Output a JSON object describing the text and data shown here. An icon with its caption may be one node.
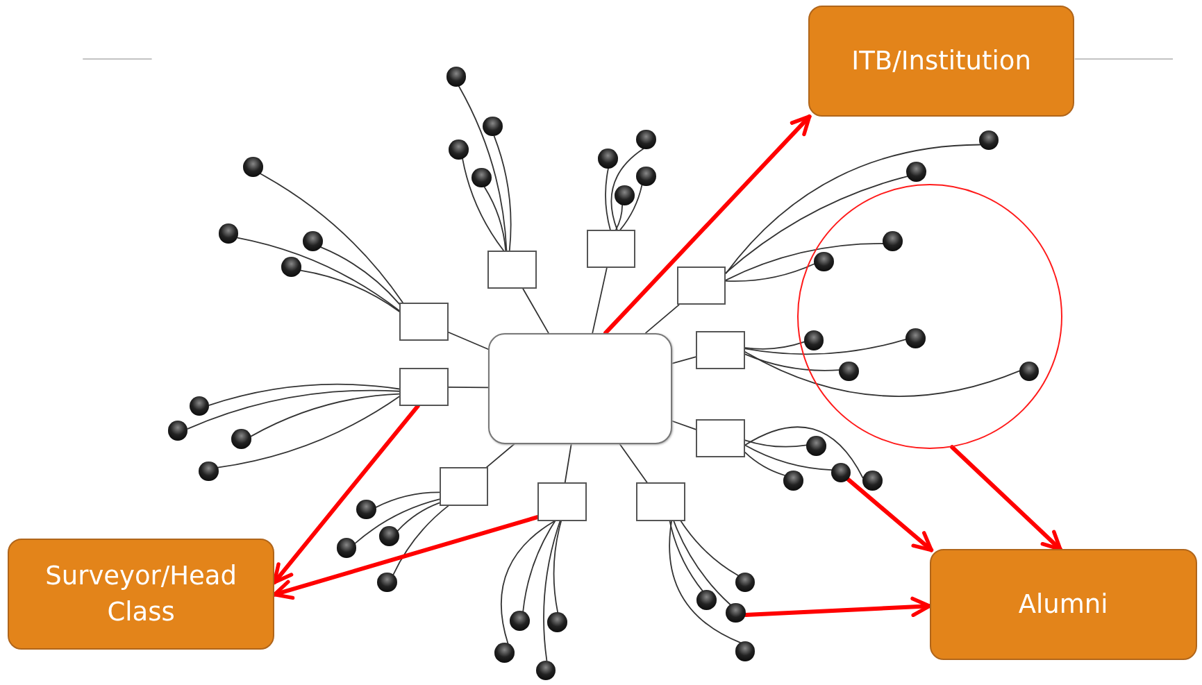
{
  "diagram": {
    "nodes": [
      {
        "text": [
          "ITB/Institution"
        ]
      },
      {
        "text": [
          "Surveyor/Head Class"
        ]
      },
      {
        "text": [
          "Alumni"
        ]
      },
      {
        "text": [],
        "shape": "box"
      },
      {
        "text": [],
        "shape": "circle"
      },
      {
        "text": [],
        "shape": "box"
      },
      {
        "text": [],
        "shape": "box"
      },
      {
        "text": [],
        "shape": "box"
      },
      {
        "text": [],
        "shape": "box"
      },
      {
        "text": [],
        "shape": "box"
      },
      {
        "text": [],
        "shape": "box"
      },
      {
        "text": [],
        "shape": "box"
      },
      {
        "text": [],
        "shape": "box"
      },
      {
        "text": [],
        "shape": "box"
      },
      {
        "text": [],
        "shape": "box"
      },
      {
        "text": [],
        "shape": "circle"
      },
      {
        "text": [],
        "shape": "circle"
      },
      {
        "text": [],
        "shape": "circle"
      },
      {
        "text": [],
        "shape": "circle"
      },
      {
        "text": [],
        "shape": "circle"
      },
      {
        "text": [],
        "shape": "circle"
      },
      {
        "text": [],
        "shape": "circle"
      },
      {
        "text": [],
        "shape": "circle"
      },
      {
        "text": [],
        "shape": "circle"
      },
      {
        "text": [],
        "shape": "circle"
      },
      {
        "text": [],
        "shape": "circle"
      },
      {
        "text": [],
        "shape": "circle"
      },
      {
        "text": [],
        "shape": "circle"
      },
      {
        "text": [],
        "shape": "circle"
      },
      {
        "text": [],
        "shape": "circle"
      },
      {
        "text": [],
        "shape": "circle"
      },
      {
        "text": [],
        "shape": "circle"
      },
      {
        "text": [],
        "shape": "circle"
      },
      {
        "text": [],
        "shape": "circle",
        "in": 4
      },
      {
        "text": [],
        "shape": "circle",
        "in": 4
      },
      {
        "text": [],
        "shape": "circle",
        "in": 4
      },
      {
        "text": [],
        "shape": "circle",
        "in": 4
      },
      {
        "text": [],
        "shape": "circle",
        "in": 4
      },
      {
        "text": [],
        "shape": "circle",
        "in": 4
      },
      {
        "text": [],
        "shape": "circle"
      },
      {
        "text": [],
        "shape": "circle"
      },
      {
        "text": [],
        "shape": "circle"
      },
      {
        "text": [],
        "shape": "circle"
      },
      {
        "text": [],
        "shape": "circle"
      },
      {
        "text": [],
        "shape": "circle"
      },
      {
        "text": [],
        "shape": "circle"
      },
      {
        "text": [],
        "shape": "circle"
      },
      {
        "text": [],
        "shape": "circle"
      },
      {
        "text": [],
        "shape": "circle"
      },
      {
        "text": [],
        "shape": "circle"
      },
      {
        "text": [],
        "shape": "circle"
      },
      {
        "text": [],
        "shape": "circle"
      },
      {
        "text": [],
        "shape": "circle"
      },
      {
        "text": [],
        "shape": "circle"
      },
      {
        "text": [],
        "shape": "circle"
      }
    ],
    "edges": [
      {
        "from": 3,
        "to": 5,
        "arrow": "none"
      },
      {
        "from": 3,
        "to": 6,
        "arrow": "none"
      },
      {
        "from": 3,
        "to": 7,
        "arrow": "none"
      },
      {
        "from": 3,
        "to": 8,
        "arrow": "none"
      },
      {
        "from": 3,
        "to": 9,
        "arrow": "none"
      },
      {
        "from": 3,
        "to": 10,
        "arrow": "none"
      },
      {
        "from": 3,
        "to": 11,
        "arrow": "none"
      },
      {
        "from": 3,
        "to": 12,
        "arrow": "none"
      },
      {
        "from": 3,
        "to": 13,
        "arrow": "none"
      },
      {
        "from": 3,
        "to": 14,
        "arrow": "none"
      },
      {
        "from": 5,
        "to": 15,
        "arrow": "none"
      },
      {
        "from": 5,
        "to": 16,
        "arrow": "none"
      },
      {
        "from": 5,
        "to": 17,
        "arrow": "none"
      },
      {
        "from": 5,
        "to": 18,
        "arrow": "none"
      },
      {
        "from": 6,
        "to": 19,
        "arrow": "none"
      },
      {
        "from": 6,
        "to": 20,
        "arrow": "none"
      },
      {
        "from": 6,
        "to": 21,
        "arrow": "none"
      },
      {
        "from": 6,
        "to": 22,
        "arrow": "none"
      },
      {
        "from": 7,
        "to": 23,
        "arrow": "none"
      },
      {
        "from": 7,
        "to": 24,
        "arrow": "none"
      },
      {
        "from": 7,
        "to": 25,
        "arrow": "none"
      },
      {
        "from": 7,
        "to": 26,
        "arrow": "none"
      },
      {
        "from": 8,
        "to": 27,
        "arrow": "none"
      },
      {
        "from": 8,
        "to": 28,
        "arrow": "none"
      },
      {
        "from": 8,
        "to": 29,
        "arrow": "none"
      },
      {
        "from": 8,
        "to": 30,
        "arrow": "none"
      },
      {
        "from": 9,
        "to": 31,
        "arrow": "none"
      },
      {
        "from": 9,
        "to": 32,
        "arrow": "none"
      },
      {
        "from": 9,
        "to": 33,
        "arrow": "none"
      },
      {
        "from": 9,
        "to": 34,
        "arrow": "none"
      },
      {
        "from": 10,
        "to": 35,
        "arrow": "none"
      },
      {
        "from": 10,
        "to": 36,
        "arrow": "none"
      },
      {
        "from": 10,
        "to": 37,
        "arrow": "none"
      },
      {
        "from": 10,
        "to": 38,
        "arrow": "none"
      },
      {
        "from": 11,
        "to": 39,
        "arrow": "none"
      },
      {
        "from": 11,
        "to": 40,
        "arrow": "none"
      },
      {
        "from": 11,
        "to": 41,
        "arrow": "none"
      },
      {
        "from": 11,
        "to": 42,
        "arrow": "none"
      },
      {
        "from": 12,
        "to": 43,
        "arrow": "none"
      },
      {
        "from": 12,
        "to": 44,
        "arrow": "none"
      },
      {
        "from": 12,
        "to": 45,
        "arrow": "none"
      },
      {
        "from": 12,
        "to": 46,
        "arrow": "none"
      },
      {
        "from": 13,
        "to": 47,
        "arrow": "none"
      },
      {
        "from": 13,
        "to": 48,
        "arrow": "none"
      },
      {
        "from": 13,
        "to": 49,
        "arrow": "none"
      },
      {
        "from": 13,
        "to": 50,
        "arrow": "none"
      },
      {
        "from": 14,
        "to": 51,
        "arrow": "none"
      },
      {
        "from": 14,
        "to": 52,
        "arrow": "none"
      },
      {
        "from": 14,
        "to": 53,
        "arrow": "none"
      },
      {
        "from": 14,
        "to": 54,
        "arrow": "none"
      },
      {
        "from": 3,
        "to": 0,
        "arrow": "to",
        "style": "thick",
        "color": "#ff0000"
      },
      {
        "from": 6,
        "to": 1,
        "arrow": "to",
        "style": "thick",
        "color": "#ff0000"
      },
      {
        "from": 13,
        "to": 1,
        "arrow": "to",
        "style": "thick",
        "color": "#ff0000"
      },
      {
        "from": 41,
        "to": 2,
        "arrow": "to",
        "style": "thick",
        "color": "#ff0000"
      },
      {
        "from": 4,
        "to": 2,
        "arrow": "to",
        "style": "thick",
        "color": "#ff0000"
      },
      {
        "from": 45,
        "to": 2,
        "arrow": "to",
        "style": "thick",
        "color": "#ff0000"
      }
    ]
  }
}
